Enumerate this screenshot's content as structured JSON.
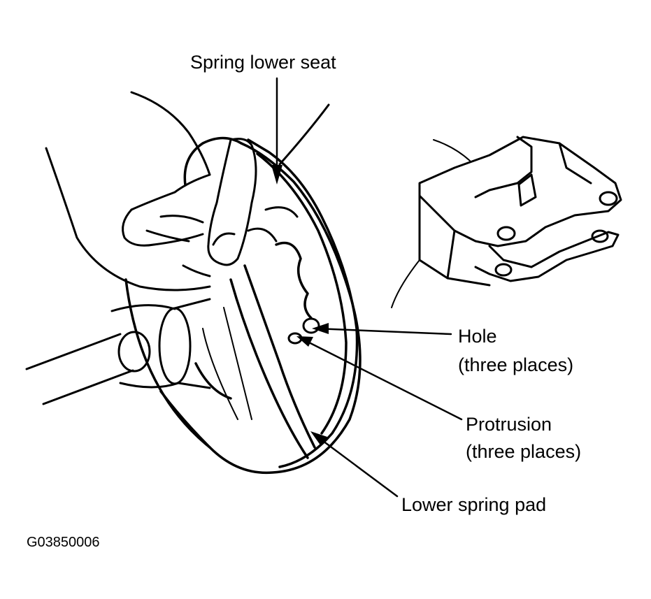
{
  "labels": {
    "spring_lower_seat": "Spring lower seat",
    "hole_line1": "Hole",
    "hole_line2": "(three places)",
    "protrusion_line1": "Protrusion",
    "protrusion_line2": "(three places)",
    "lower_spring_pad": "Lower spring pad"
  },
  "figure_code": "G03850006",
  "colors": {
    "ink": "#000000",
    "paper": "#ffffff"
  }
}
